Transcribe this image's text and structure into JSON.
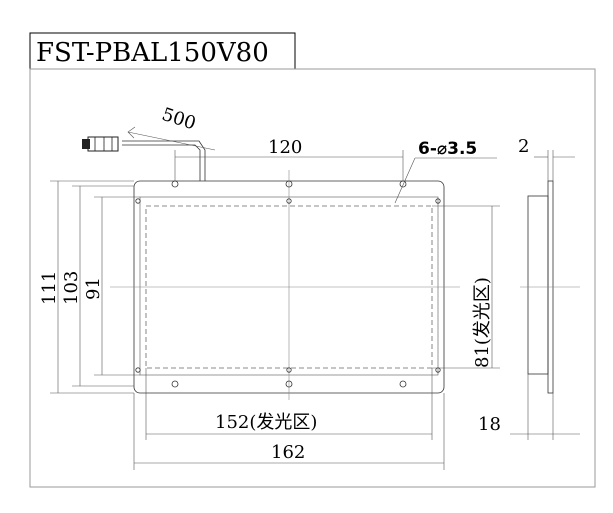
{
  "title": "FST-PBAL150V80",
  "dimensions": {
    "cable_length": "500",
    "hole_spacing": "120",
    "holes": "6-⌀3.5",
    "thickness": "2",
    "height_outer": "111",
    "height_frame": "103",
    "height_light": "91",
    "light_height_vertical": "81(发光区)",
    "light_width": "152(发光区)",
    "total_width": "162",
    "depth": "18"
  }
}
